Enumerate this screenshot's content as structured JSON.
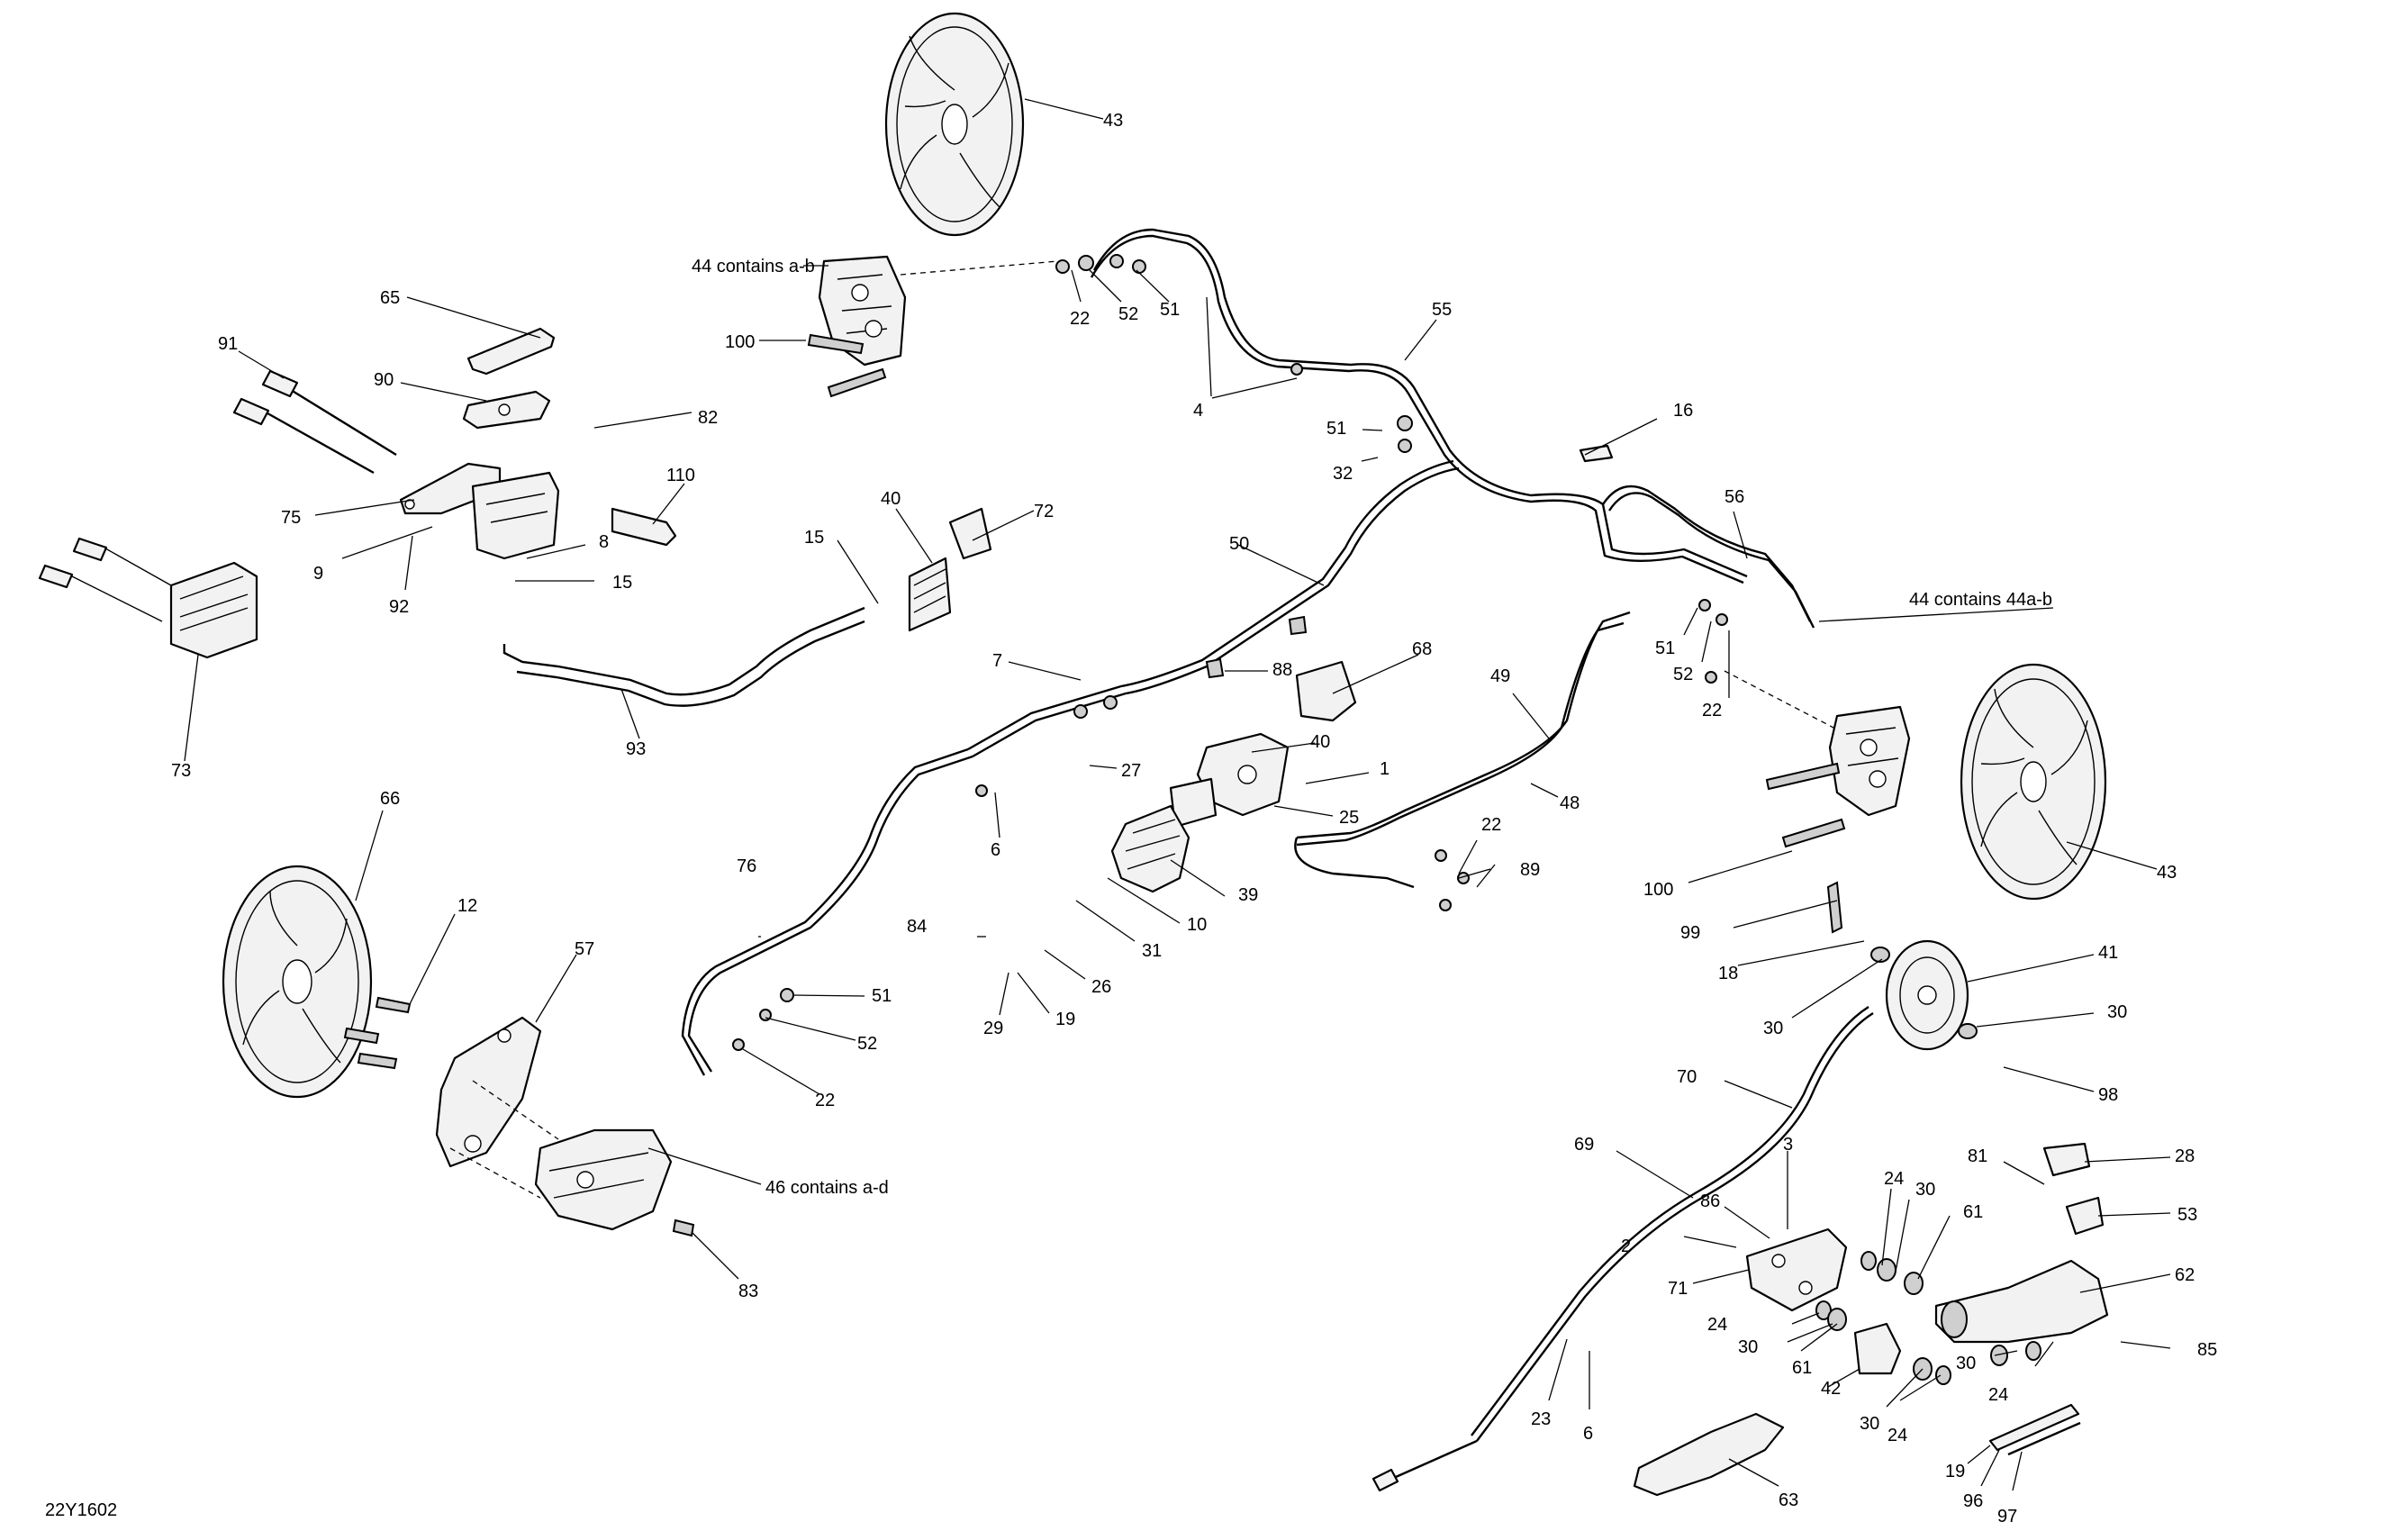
{
  "diagram": {
    "code": "22Y1602",
    "labels": {
      "l43a": "43",
      "l44a": "44 contains a-b",
      "l22a": "22",
      "l52a": "52",
      "l51a": "51",
      "l100a": "100",
      "l55": "55",
      "l4": "4",
      "l65": "65",
      "l91": "91",
      "l90": "90",
      "l82": "82",
      "l51b": "51",
      "l32": "32",
      "l16": "16",
      "l110": "110",
      "l40a": "40",
      "l72": "72",
      "l56": "56",
      "l75": "75",
      "l8": "8",
      "l9": "9",
      "l15a": "15",
      "l15b": "15",
      "l92": "92",
      "l50": "50",
      "l44b": "44 contains 44a-b",
      "l51c": "51",
      "l52b": "52",
      "l22b": "22",
      "l68": "68",
      "l7": "7",
      "l88": "88",
      "l49": "49",
      "l73": "73",
      "l93": "93",
      "l40b": "40",
      "l27": "27",
      "l1": "1",
      "l25": "25",
      "l48": "48",
      "l6a": "6",
      "l66": "66",
      "l22c": "22",
      "l89": "89",
      "l39": "39",
      "l43b": "43",
      "l76": "76",
      "l100b": "100",
      "l12": "12",
      "l10": "10",
      "l99": "99",
      "l84": "84",
      "l31": "31",
      "l57": "57",
      "l41": "41",
      "l18": "18",
      "l26": "26",
      "l51d": "51",
      "l29": "29",
      "l19a": "19",
      "l30a": "30",
      "l30b": "30",
      "l52c": "52",
      "l98": "98",
      "l22d": "22",
      "l70": "70",
      "l46": "46 contains a-d",
      "l69": "69",
      "l3": "3",
      "l81": "81",
      "l28": "28",
      "l24a": "24",
      "l30c": "30",
      "l86": "86",
      "l53": "53",
      "l61a": "61",
      "l2": "2",
      "l71": "71",
      "l62": "62",
      "l83": "83",
      "l24b": "24",
      "l30d": "30",
      "l61b": "61",
      "l85": "85",
      "l42": "42",
      "l24c": "24",
      "l30e": "30",
      "l24d": "24",
      "l23": "23",
      "l6b": "6",
      "l19b": "19",
      "l96": "96",
      "l97": "97",
      "l63": "63"
    }
  }
}
